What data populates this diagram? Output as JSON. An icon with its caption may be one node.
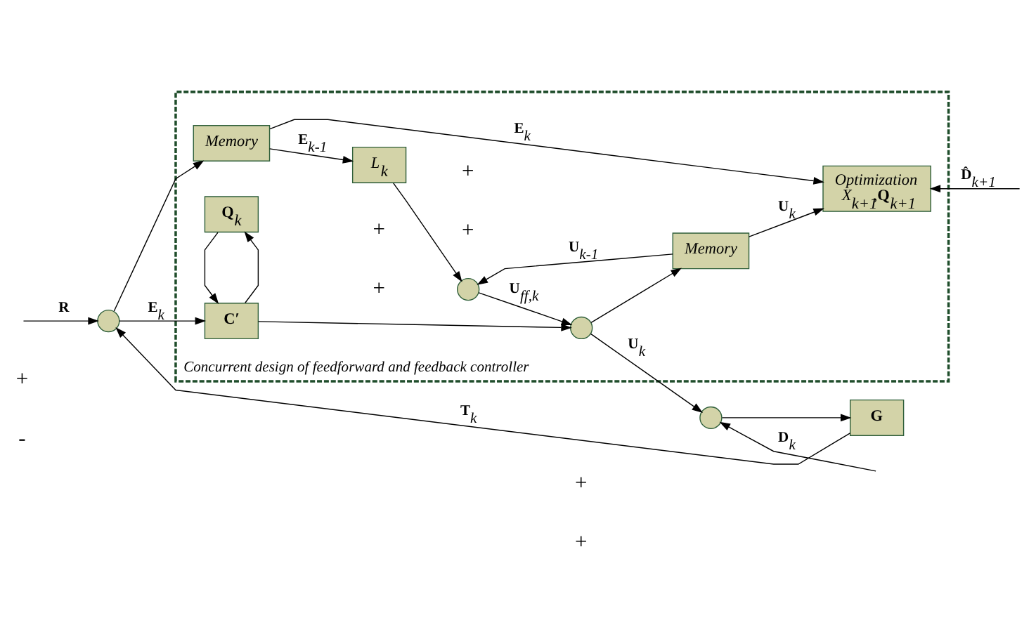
{
  "diagram": {
    "nodes": [
      {
        "text": [
          "*Concurrent design of feedforward and feedback controller*"
        ]
      },
      {
        "text": [
          "*Optimization*",
          "*X*$_{k+1}$,**Q**$_{k+1}$"
        ],
        "in": 0
      },
      {
        "text": [
          "*Memory*"
        ],
        "in": 0
      },
      {
        "text": [
          "*L*$_{k}$"
        ],
        "in": 0
      },
      {
        "text": [],
        "shape": "circle",
        "in": 0
      },
      {
        "text": [
          "*Memory*"
        ],
        "in": 0
      },
      {
        "text": [
          "**C′**"
        ],
        "in": 0
      },
      {
        "text": [
          "**Q**$_{k}$"
        ],
        "in": 0
      },
      {
        "text": [],
        "shape": "circle",
        "in": 0
      },
      {
        "text": [],
        "shape": "circle"
      },
      {
        "text": [],
        "shape": "circle"
      },
      {
        "text": [
          "**G**"
        ]
      }
    ],
    "edges": [
      {
        "from": null,
        "to": 9,
        "arrow": "to",
        "label": "**R**"
      },
      {
        "from": 2,
        "to": 1,
        "arrow": "to",
        "label": "**E**$_{k}$"
      },
      {
        "from": 9,
        "to": 6,
        "arrow": "to",
        "label": "**E**$_{k}$"
      },
      {
        "from": 9,
        "to": 2,
        "arrow": "to"
      },
      {
        "from": 2,
        "to": 3,
        "arrow": "to",
        "label": "**E**$_{k-1}$"
      },
      {
        "from": 3,
        "to": 4,
        "arrow": "to"
      },
      {
        "from": 5,
        "to": 4,
        "arrow": "to",
        "label": "**U**$_{k-1}$"
      },
      {
        "from": 5,
        "to": 1,
        "arrow": "to",
        "label": "**U**$_{k}$"
      },
      {
        "from": null,
        "to": 1,
        "arrow": "to",
        "label": "**D̂**$_{k+1}$"
      },
      {
        "from": 4,
        "to": 8,
        "arrow": "to",
        "label": "**U**$_{ff,k}$"
      },
      {
        "from": 6,
        "to": 8,
        "arrow": "to"
      },
      {
        "from": 6,
        "to": 7,
        "arrow": "to"
      },
      {
        "from": 7,
        "to": 6,
        "arrow": "to"
      },
      {
        "from": 8,
        "to": 10,
        "arrow": "to",
        "label": "**U**$_{k}$"
      },
      {
        "from": 8,
        "to": 5,
        "arrow": "to"
      },
      {
        "from": null,
        "to": 10,
        "arrow": "to",
        "label": "**D**$_{k}$"
      },
      {
        "from": 10,
        "to": 11,
        "arrow": "to"
      },
      {
        "from": 11,
        "to": 9,
        "arrow": "to",
        "label": "**T**$_{k}$"
      }
    ],
    "labels": [
      "+",
      "+",
      "+",
      "+",
      "+",
      "+",
      "+",
      "-"
    ]
  }
}
